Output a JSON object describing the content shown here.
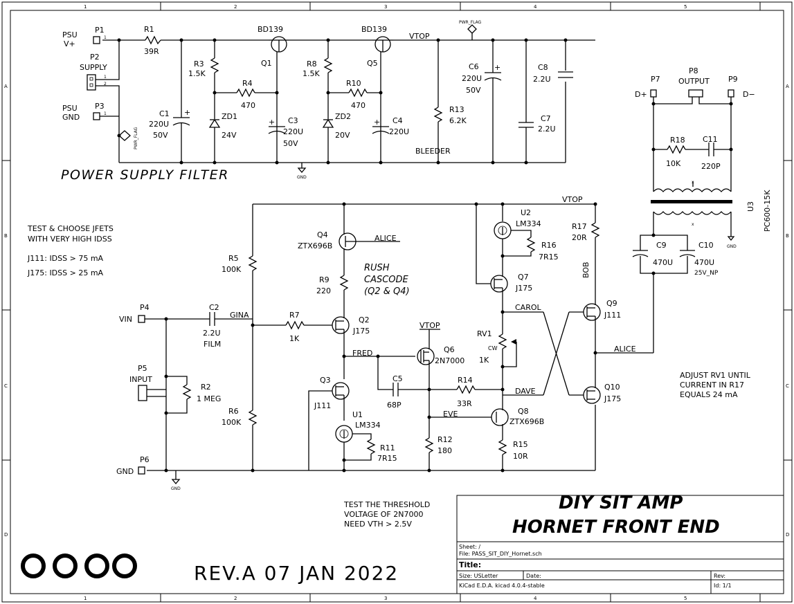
{
  "frame": {
    "cols": [
      "1",
      "2",
      "3",
      "4",
      "5"
    ],
    "rows": [
      "A",
      "B",
      "C",
      "D"
    ]
  },
  "supply": {
    "p1": {
      "ref": "P1",
      "label": "PSU",
      "sub": "V+",
      "pin": "1"
    },
    "p2": {
      "ref": "P2",
      "label": "SUPPLY",
      "pins": [
        "1",
        "2"
      ]
    },
    "p3": {
      "ref": "P3",
      "label": "PSU",
      "sub": "GND",
      "pin": "1"
    },
    "r1": {
      "ref": "R1",
      "value": "39R"
    },
    "r3": {
      "ref": "R3",
      "value": "1.5K"
    },
    "r4": {
      "ref": "R4",
      "value": "470"
    },
    "q1": {
      "ref": "Q1",
      "type": "BD139"
    },
    "zd1": {
      "ref": "ZD1",
      "value": "24V"
    },
    "c1": {
      "ref": "C1",
      "value": "220U",
      "v": "50V"
    },
    "c3": {
      "ref": "C3",
      "value": "220U",
      "v": "50V"
    },
    "r8": {
      "ref": "R8",
      "value": "1.5K"
    },
    "r10": {
      "ref": "R10",
      "value": "470"
    },
    "q5": {
      "ref": "Q5",
      "type": "BD139"
    },
    "zd2": {
      "ref": "ZD2",
      "value": "20V"
    },
    "c4": {
      "ref": "C4",
      "value": "220U"
    },
    "c6": {
      "ref": "C6",
      "value": "220U",
      "v": "50V"
    },
    "r13": {
      "ref": "R13",
      "value": "6.2K",
      "note": "BLEEDER"
    },
    "c7": {
      "ref": "C7",
      "value": "2.2U"
    },
    "c8": {
      "ref": "C8",
      "value": "2.2U"
    },
    "pwr_flag": "PWR_FLAG",
    "vtop": "VTOP",
    "gnd": "GND",
    "title": "POWER SUPPLY FILTER"
  },
  "output_stage": {
    "p7": {
      "ref": "P7",
      "label": "D+"
    },
    "p8": {
      "ref": "P8",
      "label": "OUTPUT"
    },
    "p9": {
      "ref": "P9",
      "label": "D−"
    },
    "r18": {
      "ref": "R18",
      "value": "10K"
    },
    "c11": {
      "ref": "C11",
      "value": "220P"
    },
    "u3": {
      "ref": "U3",
      "value": "PC600-15K"
    },
    "c9": {
      "ref": "C9",
      "value": "470U"
    },
    "c10": {
      "ref": "C10",
      "value": "470U",
      "note": "25V_NP"
    }
  },
  "notes": {
    "jfet_line1": "TEST & CHOOSE JFETS",
    "jfet_line2": "WITH VERY HIGH IDSS",
    "j111": "J111:  IDSS > 75 mA",
    "j175": "J175:  IDSS > 25 mA",
    "rush1": "RUSH",
    "rush2": "CASCODE",
    "rush3": "(Q2 & Q4)",
    "adj1": "ADJUST RV1 UNTIL",
    "adj2": "CURRENT IN R17",
    "adj3": "EQUALS 24 mA",
    "vth1": "TEST THE THRESHOLD",
    "vth2": "VOLTAGE OF 2N7000",
    "vth3": "NEED VTH > 2.5V"
  },
  "amp": {
    "p4": {
      "ref": "P4",
      "label": "VIN"
    },
    "p5": {
      "ref": "P5",
      "label": "INPUT"
    },
    "p6": {
      "ref": "P6",
      "label": "GND"
    },
    "c2": {
      "ref": "C2",
      "value": "2.2U",
      "note": "FILM"
    },
    "r2": {
      "ref": "R2",
      "value": "1 MEG"
    },
    "r5": {
      "ref": "R5",
      "value": "100K"
    },
    "r6": {
      "ref": "R6",
      "value": "100K"
    },
    "r7": {
      "ref": "R7",
      "value": "1K"
    },
    "q2": {
      "ref": "Q2",
      "type": "J175"
    },
    "q3": {
      "ref": "Q3",
      "type": "J111"
    },
    "q4": {
      "ref": "Q4",
      "type": "ZTX696B"
    },
    "r9": {
      "ref": "R9",
      "value": "220"
    },
    "u1": {
      "ref": "U1",
      "type": "LM334"
    },
    "r11": {
      "ref": "R11",
      "value": "7R15"
    },
    "q6": {
      "ref": "Q6",
      "type": "2N7000"
    },
    "c5": {
      "ref": "C5",
      "value": "68P"
    },
    "r14": {
      "ref": "R14",
      "value": "33R"
    },
    "r12": {
      "ref": "R12",
      "value": "180"
    },
    "q8": {
      "ref": "Q8",
      "type": "ZTX696B"
    },
    "r15": {
      "ref": "R15",
      "value": "10R"
    },
    "rv1": {
      "ref": "RV1",
      "value": "1K",
      "cw": "CW"
    },
    "u2": {
      "ref": "U2",
      "type": "LM334"
    },
    "r16": {
      "ref": "R16",
      "value": "7R15"
    },
    "q7": {
      "ref": "Q7",
      "type": "J175"
    },
    "r17": {
      "ref": "R17",
      "value": "20R"
    },
    "q9": {
      "ref": "Q9",
      "type": "J111"
    },
    "q10": {
      "ref": "Q10",
      "type": "J175"
    },
    "nets": {
      "gina": "GINA",
      "fred": "FRED",
      "eve": "EVE",
      "dave": "DAVE",
      "carol": "CAROL",
      "bob": "BOB",
      "alice": "ALICE",
      "vtop": "VTOP"
    }
  },
  "title_block": {
    "line1": "DIY SIT AMP",
    "line2": "HORNET FRONT END",
    "sheet": "Sheet: /",
    "file": "File: PASS_SIT_DIY_Hornet.sch",
    "title": "Title:",
    "size": "Size: USLetter",
    "date": "Date:",
    "rev": "Rev:",
    "kicad": "KiCad E.D.A.  kicad 4.0.4-stable",
    "id": "Id: 1/1"
  },
  "revision": "REV.A  07 JAN 2022"
}
